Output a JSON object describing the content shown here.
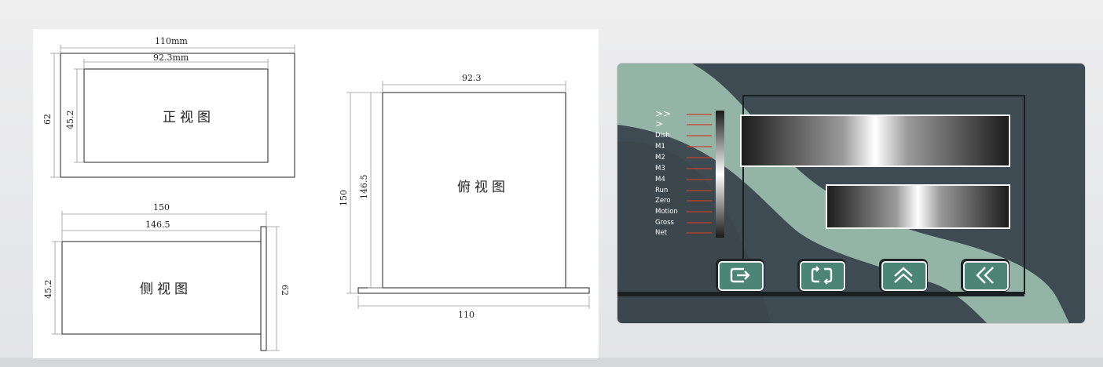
{
  "drawing": {
    "front_view": {
      "title": "正视图",
      "width_outer": "110mm",
      "width_inner": "92.3mm",
      "height_outer": "62",
      "height_inner": "45.2"
    },
    "side_view": {
      "title": "侧视图",
      "length_total": "150",
      "length_body": "146.5",
      "height_body": "45.2",
      "height_flange": "62"
    },
    "top_view": {
      "title": "俯视图",
      "width_body": "92.3",
      "height_total": "150",
      "height_body": "146.5",
      "width_flange": "110"
    }
  },
  "panel": {
    "indicators": [
      ">>",
      ">",
      "Dish",
      "M1",
      "M2",
      "M3",
      "M4",
      "Run",
      "Zero",
      "Motion",
      "Gross",
      "Net"
    ],
    "buttons": [
      {
        "icon": "enter-icon"
      },
      {
        "icon": "cycle-icon"
      },
      {
        "icon": "double-up-chevron-icon"
      },
      {
        "icon": "double-left-chevron-icon"
      }
    ],
    "colors": {
      "panel": "#3f4b52",
      "wave": "#93b4a7",
      "indicator_line": "#c8402c",
      "button": "#4c8575"
    }
  }
}
